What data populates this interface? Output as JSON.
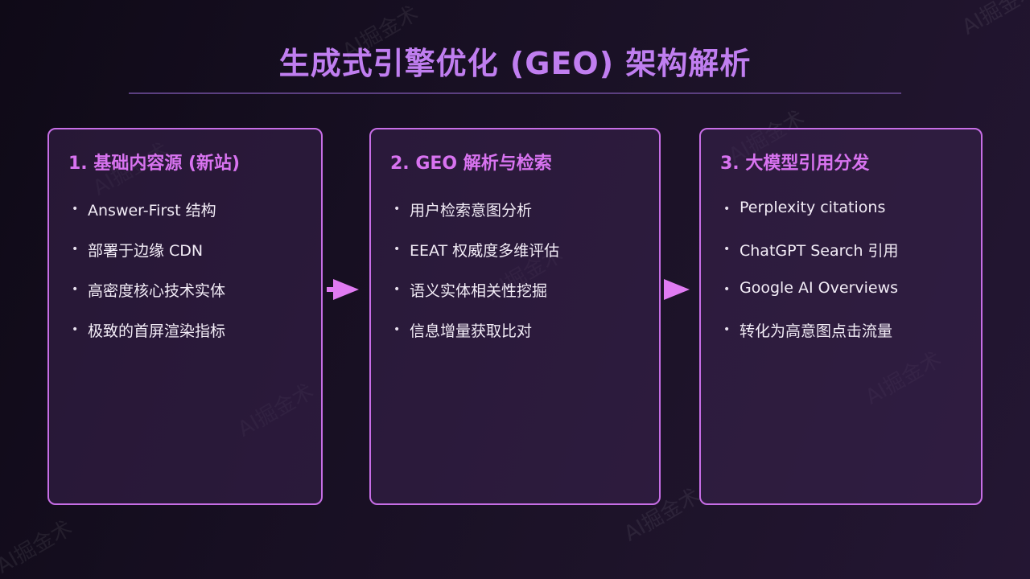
{
  "title": "生成式引擎优化 (GEO) 架构解析",
  "watermark": "AI掘金术",
  "colors": {
    "accent": "#c07ef0",
    "card_border": "#c76ee6",
    "card_title": "#d873f0",
    "arrow": "#e07bf2"
  },
  "cards": [
    {
      "title": "1. 基础内容源 (新站)",
      "items": [
        "Answer-First 结构",
        "部署于边缘 CDN",
        "高密度核心技术实体",
        "极致的首屏渲染指标"
      ]
    },
    {
      "title": "2. GEO 解析与检索",
      "items": [
        "用户检索意图分析",
        "EEAT 权威度多维评估",
        "语义实体相关性挖掘",
        "信息增量获取比对"
      ]
    },
    {
      "title": "3. 大模型引用分发",
      "items": [
        "Perplexity citations",
        "ChatGPT Search 引用",
        "Google AI Overviews",
        "转化为高意图点击流量"
      ]
    }
  ],
  "arrow_icon": "arrow-right-icon"
}
